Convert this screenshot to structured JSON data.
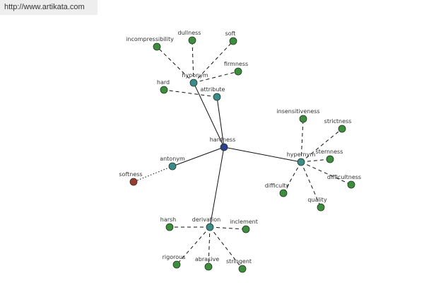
{
  "header": {
    "url": "http://www.artikata.com"
  },
  "colors": {
    "center": "#2f3f8f",
    "relation": "#3d8a8a",
    "word": "#3e8c3e",
    "antonym_word": "#9a3a30",
    "edge": "#111111",
    "node_border": "#1e3a1e"
  },
  "graph": {
    "nodes": [
      {
        "id": "hardness",
        "label": "hardness",
        "kind": "center"
      },
      {
        "id": "hyponym",
        "label": "hyponym",
        "kind": "relation"
      },
      {
        "id": "attribute",
        "label": "attribute",
        "kind": "relation"
      },
      {
        "id": "antonym",
        "label": "antonym",
        "kind": "relation"
      },
      {
        "id": "hypernym",
        "label": "hypernym",
        "kind": "relation"
      },
      {
        "id": "derivation",
        "label": "derivation",
        "kind": "relation"
      },
      {
        "id": "incompressibility",
        "label": "incompressibility",
        "kind": "word"
      },
      {
        "id": "dullness",
        "label": "dullness",
        "kind": "word"
      },
      {
        "id": "soft",
        "label": "soft",
        "kind": "word"
      },
      {
        "id": "firmness",
        "label": "firmness",
        "kind": "word"
      },
      {
        "id": "hard",
        "label": "hard",
        "kind": "word"
      },
      {
        "id": "insensitiveness",
        "label": "insensitiveness",
        "kind": "word"
      },
      {
        "id": "strictness",
        "label": "strictness",
        "kind": "word"
      },
      {
        "id": "sternness",
        "label": "sternness",
        "kind": "word"
      },
      {
        "id": "difficultness",
        "label": "difficultness",
        "kind": "word"
      },
      {
        "id": "difficulty",
        "label": "difficulty",
        "kind": "word"
      },
      {
        "id": "quality",
        "label": "quality",
        "kind": "word"
      },
      {
        "id": "softness",
        "label": "softness",
        "kind": "antonym_word"
      },
      {
        "id": "harsh",
        "label": "harsh",
        "kind": "word"
      },
      {
        "id": "inclement",
        "label": "inclement",
        "kind": "word"
      },
      {
        "id": "rigorous",
        "label": "rigorous",
        "kind": "word"
      },
      {
        "id": "abrasive",
        "label": "abrasive",
        "kind": "word"
      },
      {
        "id": "stringent",
        "label": "stringent",
        "kind": "word"
      }
    ],
    "edges": [
      {
        "from": "hardness",
        "to": "hyponym",
        "style": "solid"
      },
      {
        "from": "hardness",
        "to": "attribute",
        "style": "solid"
      },
      {
        "from": "hardness",
        "to": "antonym",
        "style": "solid"
      },
      {
        "from": "hardness",
        "to": "hypernym",
        "style": "solid"
      },
      {
        "from": "hardness",
        "to": "derivation",
        "style": "solid"
      },
      {
        "from": "hyponym",
        "to": "incompressibility",
        "style": "dashed"
      },
      {
        "from": "hyponym",
        "to": "dullness",
        "style": "dashed"
      },
      {
        "from": "hyponym",
        "to": "soft",
        "style": "dashed"
      },
      {
        "from": "hyponym",
        "to": "firmness",
        "style": "dashed"
      },
      {
        "from": "attribute",
        "to": "hard",
        "style": "dashed"
      },
      {
        "from": "antonym",
        "to": "softness",
        "style": "dotted"
      },
      {
        "from": "hypernym",
        "to": "insensitiveness",
        "style": "dashed"
      },
      {
        "from": "hypernym",
        "to": "strictness",
        "style": "dashed"
      },
      {
        "from": "hypernym",
        "to": "sternness",
        "style": "dashed"
      },
      {
        "from": "hypernym",
        "to": "difficultness",
        "style": "dashed"
      },
      {
        "from": "hypernym",
        "to": "difficulty",
        "style": "dashed"
      },
      {
        "from": "hypernym",
        "to": "quality",
        "style": "dashed"
      },
      {
        "from": "derivation",
        "to": "harsh",
        "style": "dashed"
      },
      {
        "from": "derivation",
        "to": "inclement",
        "style": "dashed"
      },
      {
        "from": "derivation",
        "to": "rigorous",
        "style": "dashed"
      },
      {
        "from": "derivation",
        "to": "abrasive",
        "style": "dashed"
      },
      {
        "from": "derivation",
        "to": "stringent",
        "style": "dashed"
      }
    ]
  }
}
